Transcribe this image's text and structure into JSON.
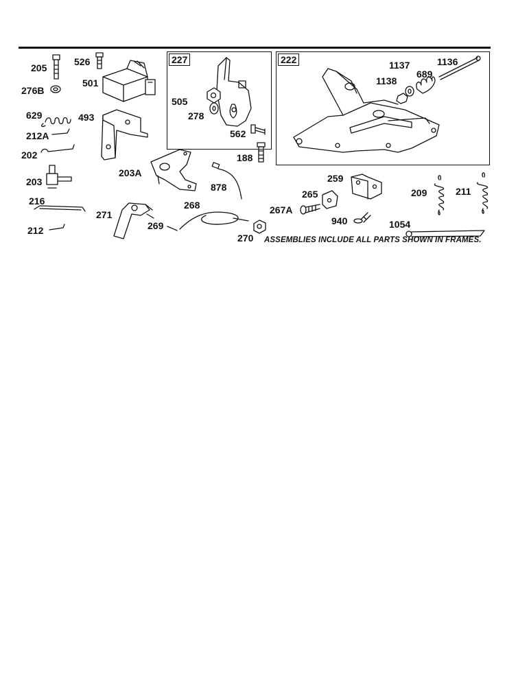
{
  "frames": [
    {
      "label": "227"
    },
    {
      "label": "222"
    }
  ],
  "part_labels": {
    "p205": "205",
    "p526": "526",
    "p501": "501",
    "p276b": "276B",
    "p629": "629",
    "p493": "493",
    "p212a": "212A",
    "p202": "202",
    "p203": "203",
    "p203a": "203A",
    "p216": "216",
    "p212": "212",
    "p271": "271",
    "p268": "268",
    "p269": "269",
    "p270": "270",
    "p878": "878",
    "p188": "188",
    "p505": "505",
    "p278": "278",
    "p562": "562",
    "p1137": "1137",
    "p1136": "1136",
    "p689": "689",
    "p1138": "1138",
    "p259": "259",
    "p265": "265",
    "p267a": "267A",
    "p940": "940",
    "p209": "209",
    "p211": "211",
    "p1054": "1054"
  },
  "note": "ASSEMBLIES INCLUDE ALL PARTS SHOWN IN FRAMES."
}
